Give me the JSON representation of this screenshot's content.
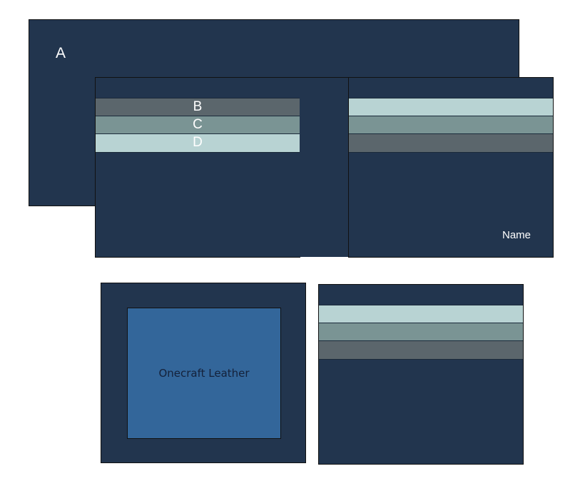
{
  "colors": {
    "navy": "#22354e",
    "stripe_dark": "#5b666c",
    "stripe_mid": "#7a9494",
    "stripe_light": "#b8d3d3",
    "brand_blue": "#33669a",
    "outline": "#111111"
  },
  "back_panel": {
    "label": "A"
  },
  "card_slots": {
    "labels": [
      "B",
      "C",
      "D"
    ]
  },
  "right_panel": {
    "name_label": "Name"
  },
  "front_panel": {
    "brand_label": "Onecraft Leather"
  }
}
